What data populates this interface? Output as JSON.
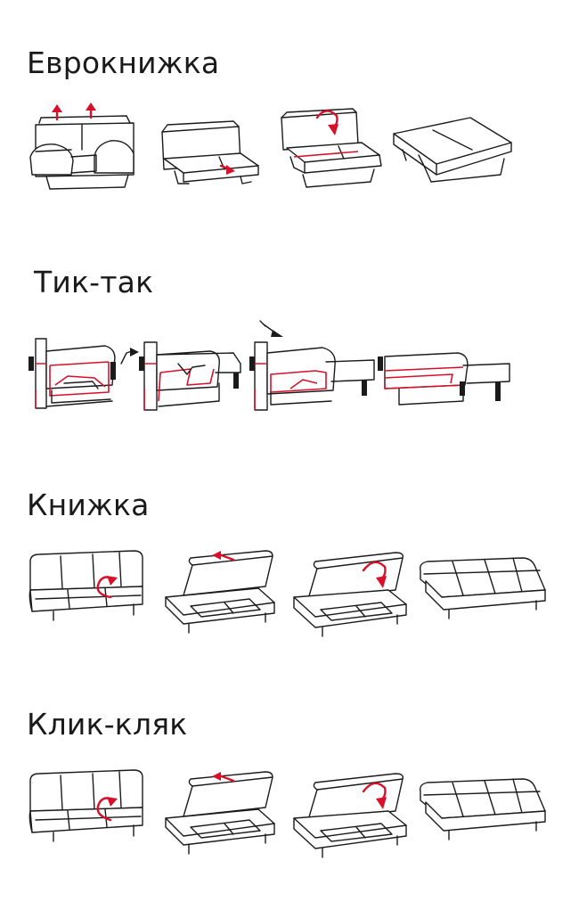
{
  "sections": [
    {
      "id": "evroknizhka",
      "title": "Еврокнижка"
    },
    {
      "id": "tik-tak",
      "title": "Тик-так"
    },
    {
      "id": "knizhka",
      "title": "Книжка"
    },
    {
      "id": "klik-klyak",
      "title": "Клик-кляк"
    }
  ],
  "colors": {
    "outline": "#1b1b1b",
    "accent": "#d8102a",
    "background": "#ffffff"
  }
}
